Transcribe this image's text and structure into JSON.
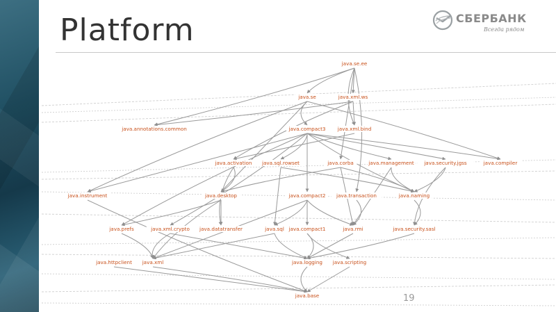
{
  "slide": {
    "title": "Platform",
    "page_number": "19"
  },
  "logo": {
    "name": "СБЕРБАНК",
    "tagline": "Всегда рядом",
    "color": "#21a038"
  },
  "colors": {
    "label": "#c8501a",
    "edge": "#999999",
    "accent_band": "#1f4f62"
  },
  "graph": {
    "nodes": [
      {
        "id": "java.se.ee",
        "label": "java.se.ee"
      },
      {
        "id": "java.se",
        "label": "java.se"
      },
      {
        "id": "java.xml.ws",
        "label": "java.xml.ws"
      },
      {
        "id": "java.annotations.common",
        "label": "java.annotations.common"
      },
      {
        "id": "java.compact3",
        "label": "java.compact3"
      },
      {
        "id": "java.xml.bind",
        "label": "java.xml.bind"
      },
      {
        "id": "java.activation",
        "label": "java.activation"
      },
      {
        "id": "java.sql.rowset",
        "label": "java.sql.rowset"
      },
      {
        "id": "java.corba",
        "label": "java.corba"
      },
      {
        "id": "java.management",
        "label": "java.management"
      },
      {
        "id": "java.security.jgss",
        "label": "java.security.jgss"
      },
      {
        "id": "java.compiler",
        "label": "java.compiler"
      },
      {
        "id": "java.instrument",
        "label": "java.instrument"
      },
      {
        "id": "java.desktop",
        "label": "java.desktop"
      },
      {
        "id": "java.compact2",
        "label": "java.compact2"
      },
      {
        "id": "java.transaction",
        "label": "java.transaction"
      },
      {
        "id": "java.naming",
        "label": "java.naming"
      },
      {
        "id": "java.prefs",
        "label": "java.prefs"
      },
      {
        "id": "java.xml.crypto",
        "label": "java.xml.crypto"
      },
      {
        "id": "java.datatransfer",
        "label": "java.datatransfer"
      },
      {
        "id": "java.sql",
        "label": "java.sql"
      },
      {
        "id": "java.compact1",
        "label": "java.compact1"
      },
      {
        "id": "java.rmi",
        "label": "java.rmi"
      },
      {
        "id": "java.security.sasl",
        "label": "java.security.sasl"
      },
      {
        "id": "java.httpclient",
        "label": "java.httpclient"
      },
      {
        "id": "java.xml",
        "label": "java.xml"
      },
      {
        "id": "java.logging",
        "label": "java.logging"
      },
      {
        "id": "java.scripting",
        "label": "java.scripting"
      },
      {
        "id": "java.base",
        "label": "java.base"
      }
    ],
    "edges": [
      [
        "java.se.ee",
        "java.se"
      ],
      [
        "java.se.ee",
        "java.xml.ws"
      ],
      [
        "java.se.ee",
        "java.annotations.common"
      ],
      [
        "java.se.ee",
        "java.xml.bind"
      ],
      [
        "java.se.ee",
        "java.corba"
      ],
      [
        "java.se.ee",
        "java.transaction"
      ],
      [
        "java.se",
        "java.compact3"
      ],
      [
        "java.se",
        "java.desktop"
      ],
      [
        "java.se",
        "java.compiler"
      ],
      [
        "java.se",
        "java.instrument"
      ],
      [
        "java.xml.ws",
        "java.xml.bind"
      ],
      [
        "java.xml.ws",
        "java.annotations.common"
      ],
      [
        "java.xml.ws",
        "java.activation"
      ],
      [
        "java.xml.bind",
        "java.activation"
      ],
      [
        "java.compact3",
        "java.sql.rowset"
      ],
      [
        "java.compact3",
        "java.management"
      ],
      [
        "java.compact3",
        "java.security.jgss"
      ],
      [
        "java.compact3",
        "java.compiler"
      ],
      [
        "java.compact3",
        "java.naming"
      ],
      [
        "java.compact3",
        "java.compact2"
      ],
      [
        "java.compact3",
        "java.xml.crypto"
      ],
      [
        "java.compact3",
        "java.prefs"
      ],
      [
        "java.compact3",
        "java.instrument"
      ],
      [
        "java.activation",
        "java.desktop"
      ],
      [
        "java.activation",
        "java.datatransfer"
      ],
      [
        "java.sql.rowset",
        "java.sql"
      ],
      [
        "java.sql.rowset",
        "java.naming"
      ],
      [
        "java.corba",
        "java.desktop"
      ],
      [
        "java.corba",
        "java.rmi"
      ],
      [
        "java.corba",
        "java.naming"
      ],
      [
        "java.management",
        "java.naming"
      ],
      [
        "java.management",
        "java.rmi"
      ],
      [
        "java.security.jgss",
        "java.naming"
      ],
      [
        "java.security.jgss",
        "java.security.sasl"
      ],
      [
        "java.desktop",
        "java.datatransfer"
      ],
      [
        "java.desktop",
        "java.prefs"
      ],
      [
        "java.desktop",
        "java.xml"
      ],
      [
        "java.compact2",
        "java.compact1"
      ],
      [
        "java.compact2",
        "java.sql"
      ],
      [
        "java.compact2",
        "java.rmi"
      ],
      [
        "java.compact2",
        "java.xml"
      ],
      [
        "java.transaction",
        "java.rmi"
      ],
      [
        "java.xml.crypto",
        "java.xml"
      ],
      [
        "java.xml.crypto",
        "java.logging"
      ],
      [
        "java.prefs",
        "java.xml"
      ],
      [
        "java.sql",
        "java.logging"
      ],
      [
        "java.sql",
        "java.xml"
      ],
      [
        "java.compact1",
        "java.logging"
      ],
      [
        "java.compact1",
        "java.scripting"
      ],
      [
        "java.rmi",
        "java.logging"
      ],
      [
        "java.security.sasl",
        "java.logging"
      ],
      [
        "java.instrument",
        "java.base"
      ],
      [
        "java.httpclient",
        "java.base"
      ],
      [
        "java.xml",
        "java.base"
      ],
      [
        "java.logging",
        "java.base"
      ],
      [
        "java.scripting",
        "java.base"
      ],
      [
        "java.naming",
        "java.security.sasl"
      ]
    ]
  }
}
